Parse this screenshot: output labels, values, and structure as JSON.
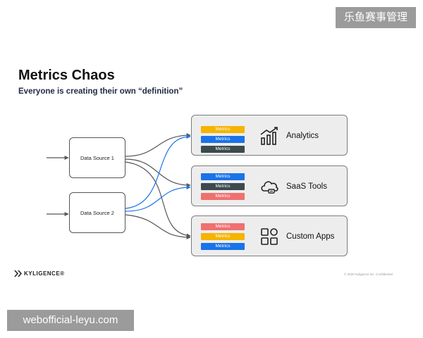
{
  "watermarks": {
    "top_right": "乐鱼赛事管理",
    "bottom_left": "webofficial-leyu.com"
  },
  "slide": {
    "title": "Metrics Chaos",
    "subtitle": "Everyone is creating their own “definition”",
    "logo_text": "KYLIGENCE",
    "logo_suffix": "®",
    "copyright": "© 2020 Kyligence Inc. Confidential"
  },
  "sources": [
    {
      "label": "Data Source 1"
    },
    {
      "label": "Data Source 2"
    }
  ],
  "panels": [
    {
      "label": "Analytics",
      "icon": "bar-chart-trend-icon",
      "metrics": [
        {
          "label": "Metrics",
          "color": "#f5b400"
        },
        {
          "label": "Metrics",
          "color": "#1a73e8"
        },
        {
          "label": "Metrics",
          "color": "#3c4a4e"
        }
      ]
    },
    {
      "label": "SaaS Tools",
      "icon": "cloud-icon",
      "metrics": [
        {
          "label": "Metrics",
          "color": "#1a73e8"
        },
        {
          "label": "Metrics",
          "color": "#3c4a4e"
        },
        {
          "label": "Metrics",
          "color": "#f07070"
        }
      ]
    },
    {
      "label": "Custom Apps",
      "icon": "apps-grid-icon",
      "metrics": [
        {
          "label": "Metrics",
          "color": "#f07070"
        },
        {
          "label": "Metrics",
          "color": "#f5b400"
        },
        {
          "label": "Metrics",
          "color": "#1a73e8"
        }
      ]
    }
  ],
  "colors": {
    "connector_dark": "#555555",
    "connector_blue": "#1a73e8"
  }
}
